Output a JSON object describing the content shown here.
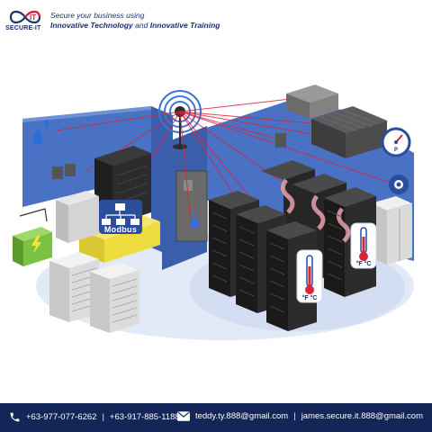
{
  "brand": {
    "logo_letters": "IT",
    "name": "SECURE-IT",
    "tagline_line1": "Secure your business using",
    "tagline_bold1": "Innovative Technology",
    "tagline_and": " and ",
    "tagline_bold2": "Innovative Training"
  },
  "diagram": {
    "modbus_label": "Modbus",
    "thermometer_left": "°F °C",
    "thermometer_right": "°F °C",
    "gauge_letter": "P"
  },
  "footer": {
    "phone1": "+63-977-077-6262",
    "phone_sep": "|",
    "phone2": "+63-917-885-1188",
    "email1": "teddy.ty.888@gmail.com",
    "email_sep": "|",
    "email2": "james.secure.it.888@gmail.com"
  },
  "colors": {
    "wall": "#4a72c4",
    "floor": "#dfe7f6",
    "rack": "#2c2f36",
    "accent_red": "#d9243a",
    "navy": "#142557",
    "yellow": "#f1e14a",
    "green": "#7cc242"
  }
}
